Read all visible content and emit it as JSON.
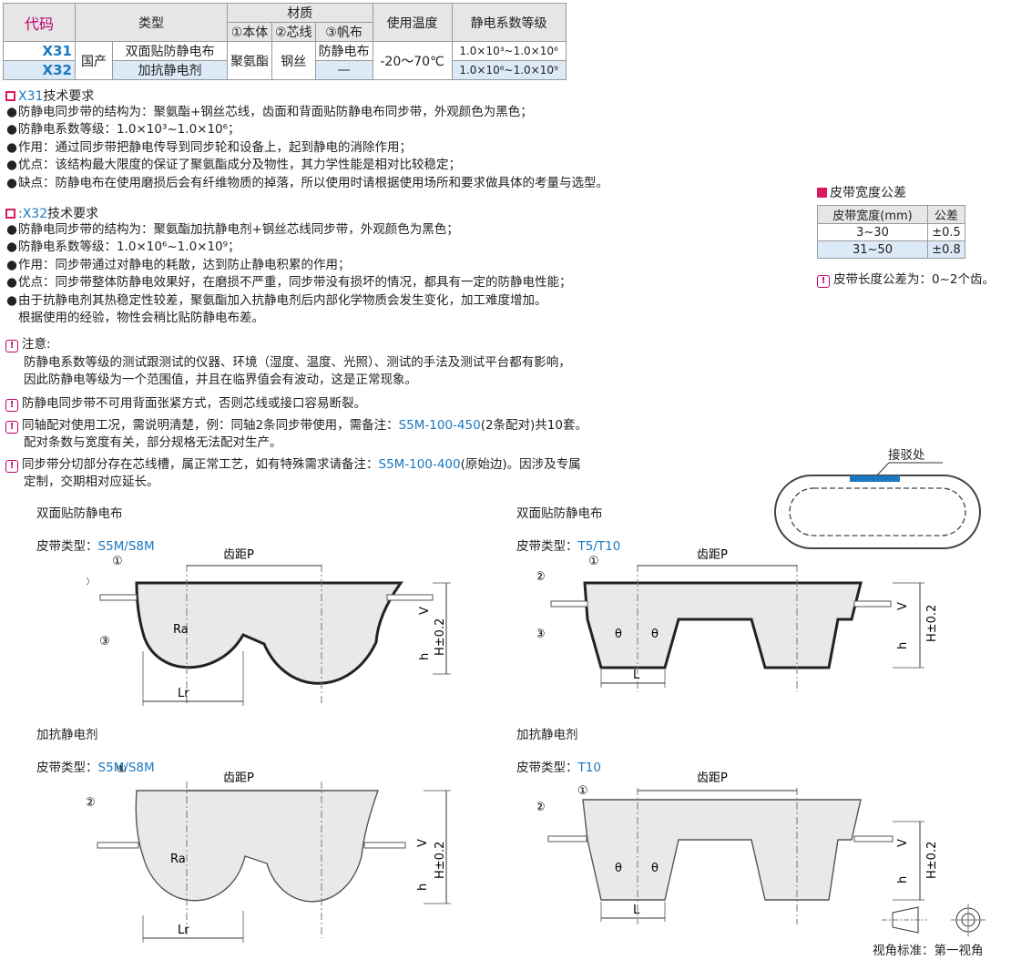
{
  "spec_table": {
    "h_code": "代码",
    "h_type": "类型",
    "h_material": "材质",
    "h_body": "①本体",
    "h_core": "②芯线",
    "h_canvas": "③帆布",
    "h_temp": "使用温度",
    "h_esd": "静电系数等级",
    "origin": "国产",
    "body_material": "聚氨酯",
    "core_material": "钢丝",
    "temp_range": "-20～70℃",
    "rows": [
      {
        "code": "X31",
        "type": "双面贴防静电布",
        "canvas": "防静电布",
        "esd": "1.0×10³~1.0×10⁶"
      },
      {
        "code": "X32",
        "type": "加抗静电剂",
        "canvas": "—",
        "esd": "1.0×10⁶~1.0×10⁹"
      }
    ]
  },
  "x31": {
    "code": "X31",
    "title_suffix": "技术要求",
    "items": [
      "防静电同步带的结构为：聚氨酯+钢丝芯线，齿面和背面贴防静电布同步带，外观颜色为黑色；",
      "防静电系数等级：1.0×10³~1.0×10⁶；",
      "作用：通过同步带把静电传导到同步轮和设备上，起到静电的消除作用；",
      "优点：该结构最大限度的保证了聚氨酯成分及物性，其力学性能是相对比较稳定；",
      "缺点：防静电布在使用磨损后会有纤维物质的掉落，所以使用时请根据使用场所和要求做具体的考量与选型。"
    ]
  },
  "x32": {
    "code": ":X32",
    "title_suffix": "技术要求",
    "items": [
      "防静电同步带的结构为：聚氨酯加抗静电剂+钢丝芯线同步带，外观颜色为黑色；",
      "防静电系数等级：1.0×10⁶~1.0×10⁹；",
      "作用：同步带通过对静电的耗散，达到防止静电积累的作用；",
      "优点：同步带整体防静电效果好，在磨损不严重，同步带没有损坏的情况，都具有一定的防静电性能；",
      "由于抗静电剂其热稳定性较差，聚氨酯加入抗静电剂后内部化学物质会发生变化，加工难度增加。"
    ],
    "continuation": "根据使用的经验，物性会稍比贴防静电布差。"
  },
  "notes": {
    "attention_title": "注意:",
    "attention_lines": [
      "防静电系数等级的测试跟测试的仪器、环境（湿度、温度、光照）、测试的手法及测试平台都有影响，",
      "因此防静电等级为一个范围值，并且在临界值会有波动，这是正常现象。"
    ],
    "no_back_tension": "防静电同步带不可用背面张紧方式，否则芯线或接口容易断裂。",
    "pairing_pre": "同轴配对使用工况，需说明清楚，例：同轴2条同步带使用，需备注：",
    "pairing_code": "S5M-100-450",
    "pairing_post": "(2条配对)共10套。",
    "pairing_line2": "配对条数与宽度有关，部分规格无法配对生产。",
    "cut_pre": "同步带分切部分存在芯线槽，属正常工艺，如有特殊需求请备注：",
    "cut_code": "S5M-100-400",
    "cut_post": "(原始边)。因涉及专属",
    "cut_line2": "定制，交期相对应延长。"
  },
  "width_tolerance": {
    "title": "皮带宽度公差",
    "h_width": "皮带宽度(mm)",
    "h_tol": "公差",
    "rows": [
      {
        "range": "3~30",
        "tol": "±0.5"
      },
      {
        "range": "31~50",
        "tol": "±0.8"
      }
    ],
    "length_note": "皮带长度公差为：0~2个齿。"
  },
  "diagrams": {
    "joint_label": "接驳处",
    "type_prefix": "皮带类型：",
    "pitch": "齿距P",
    "c1": "①",
    "c2": "②",
    "c3": "③",
    "V": "V",
    "h": "h",
    "H": "H±0.2",
    "Ra": "Ra",
    "Lr": "Lr",
    "L": "L",
    "theta": "θ",
    "d1": {
      "title": "双面贴防静电布",
      "type": "S5M/S8M"
    },
    "d2": {
      "title": "双面贴防静电布",
      "type": "T5/T10"
    },
    "d3": {
      "title": "加抗静电剂",
      "type": "S5M/S8M"
    },
    "d4": {
      "title": "加抗静电剂",
      "type": "T10"
    },
    "view_standard": "视角标准：第一视角",
    "colors": {
      "accent": "#1a78c2",
      "mark": "#d81b60",
      "gray_fill": "#e9e9e9"
    }
  }
}
